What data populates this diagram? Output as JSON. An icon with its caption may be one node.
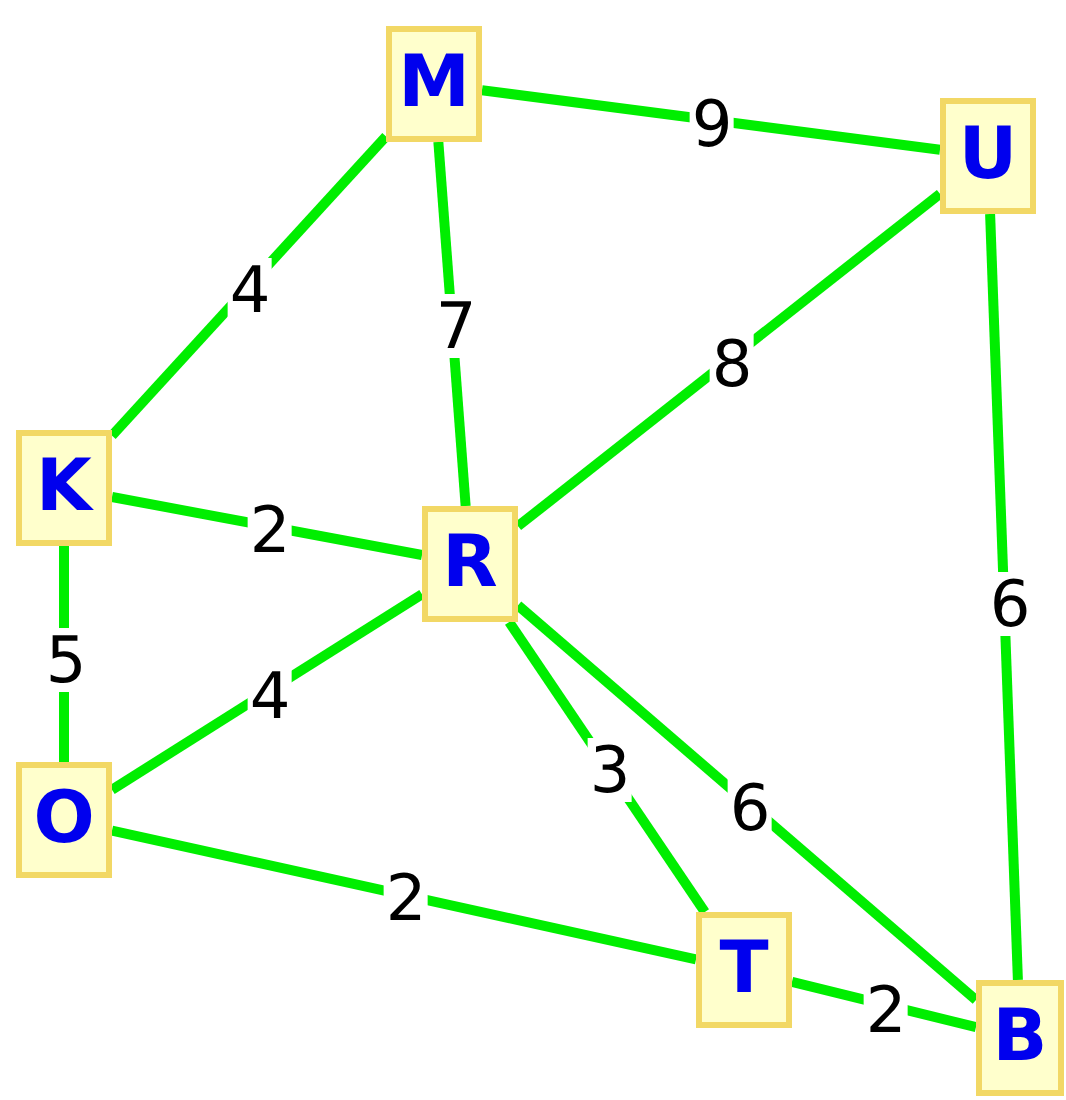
{
  "diagram": {
    "nodes": [
      {
        "text": [
          "M"
        ]
      },
      {
        "text": [
          "U"
        ]
      },
      {
        "text": [
          "K"
        ]
      },
      {
        "text": [
          "R"
        ]
      },
      {
        "text": [
          "O"
        ]
      },
      {
        "text": [
          "T"
        ]
      },
      {
        "text": [
          "B"
        ]
      }
    ],
    "edges": [
      {
        "from": 0,
        "to": 1,
        "arrow": "none",
        "label": "9"
      },
      {
        "from": 0,
        "to": 2,
        "arrow": "none",
        "label": "4"
      },
      {
        "from": 0,
        "to": 3,
        "arrow": "none",
        "label": "7"
      },
      {
        "from": 1,
        "to": 3,
        "arrow": "none",
        "label": "8"
      },
      {
        "from": 1,
        "to": 6,
        "arrow": "none",
        "label": "6"
      },
      {
        "from": 2,
        "to": 3,
        "arrow": "none",
        "label": "2"
      },
      {
        "from": 2,
        "to": 4,
        "arrow": "none",
        "label": "5"
      },
      {
        "from": 3,
        "to": 4,
        "arrow": "none",
        "label": "4"
      },
      {
        "from": 3,
        "to": 5,
        "arrow": "none",
        "label": "3"
      },
      {
        "from": 3,
        "to": 6,
        "arrow": "none",
        "label": "6"
      },
      {
        "from": 4,
        "to": 5,
        "arrow": "none",
        "label": "2"
      },
      {
        "from": 5,
        "to": 6,
        "arrow": "none",
        "label": "2"
      }
    ]
  }
}
